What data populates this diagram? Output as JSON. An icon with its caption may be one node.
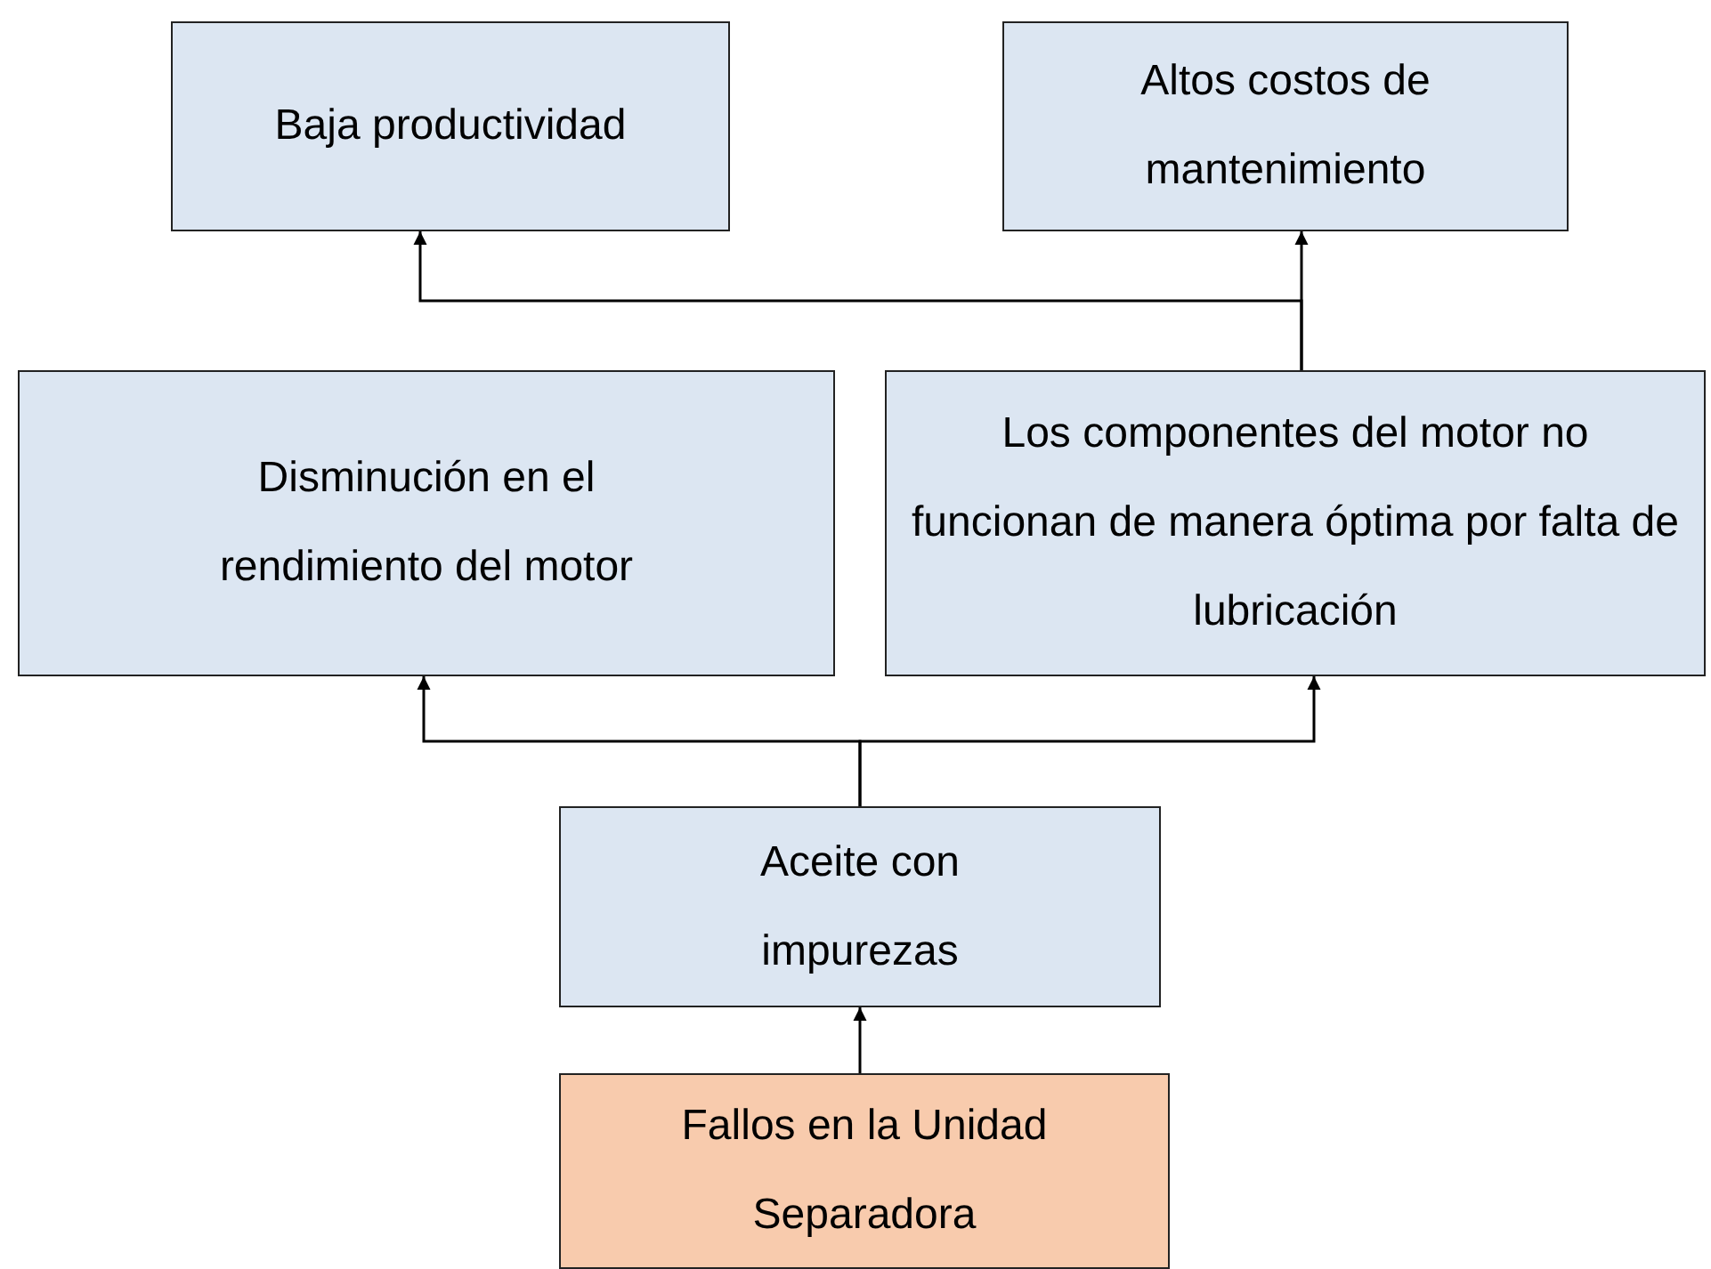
{
  "diagram": {
    "nodes": [
      {
        "text": [
          "Baja productividad"
        ]
      },
      {
        "text": [
          "Altos costos de mantenimiento"
        ]
      },
      {
        "text": [
          "Disminución en el rendimiento del motor"
        ]
      },
      {
        "text": [
          "Los componentes del motor no funcionan de manera óptima por falta de lubricación"
        ]
      },
      {
        "text": [
          "Aceite con impurezas"
        ]
      },
      {
        "text": [
          "Fallos en la Unidad Separadora"
        ]
      }
    ],
    "edges": [
      {
        "from": 3,
        "to": 0,
        "arrow": "to"
      },
      {
        "from": 3,
        "to": 1,
        "arrow": "to"
      },
      {
        "from": 4,
        "to": 2,
        "arrow": "to"
      },
      {
        "from": 4,
        "to": 3,
        "arrow": "to"
      },
      {
        "from": 5,
        "to": 4,
        "arrow": "to"
      }
    ]
  }
}
